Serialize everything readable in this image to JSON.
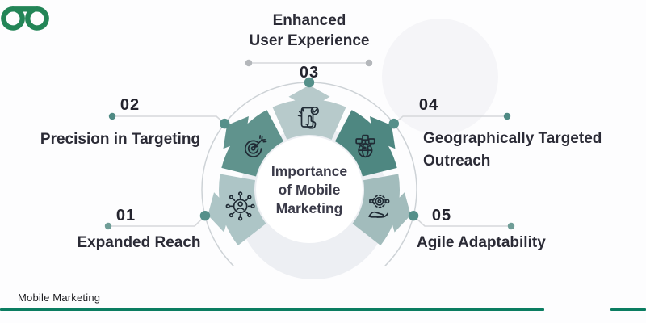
{
  "center": {
    "label": "Importance of Mobile Marketing",
    "lines": [
      "Importance",
      "of Mobile",
      "Marketing"
    ]
  },
  "items": [
    {
      "num": "01",
      "label": "Expanded Reach",
      "label_lines": [
        "Expanded Reach"
      ],
      "angle": -104,
      "segment_color": "#adc5c6",
      "icon": "network-icon",
      "dot_color": "#6f9d97"
    },
    {
      "num": "02",
      "label": "Precision in Targeting",
      "label_lines": [
        "Precision in Targeting"
      ],
      "angle": -52,
      "segment_color": "#60938d",
      "icon": "target-icon",
      "dot_color": "#4f8a84"
    },
    {
      "num": "03",
      "label": "Enhanced User Experience",
      "label_lines": [
        "Enhanced",
        "User Experience"
      ],
      "angle": 0,
      "segment_color": "#b7cacb",
      "icon": "phone-tap-icon",
      "dot_color": "#b4b7bb"
    },
    {
      "num": "04",
      "label": "Geographically Targeted Outreach",
      "label_lines": [
        "Geographically Targeted",
        "Outreach"
      ],
      "angle": 52,
      "segment_color": "#4e8781",
      "icon": "globe-chat-icon",
      "dot_color": "#4f8a84"
    },
    {
      "num": "05",
      "label": "Agile Adaptability",
      "label_lines": [
        "Agile Adaptability"
      ],
      "angle": 104,
      "segment_color": "#a2bcbc",
      "icon": "gear-hand-icon",
      "dot_color": "#6f9d97"
    }
  ],
  "wheel": {
    "ring_color": "#cdd2d6",
    "ring_dot_color": "#55908a",
    "connector_line_color": "#d6d8db",
    "inner_circle_color": "#ffffff",
    "icon_color": "#202b35",
    "shadow_blob_color": "#edeff3",
    "background_blob_color": "#f5f5f8"
  },
  "footer": {
    "label": "Mobile Marketing",
    "line_color": "#0b7d61",
    "logo": "geeksforgeeks-logo",
    "logo_color": "#238557"
  }
}
